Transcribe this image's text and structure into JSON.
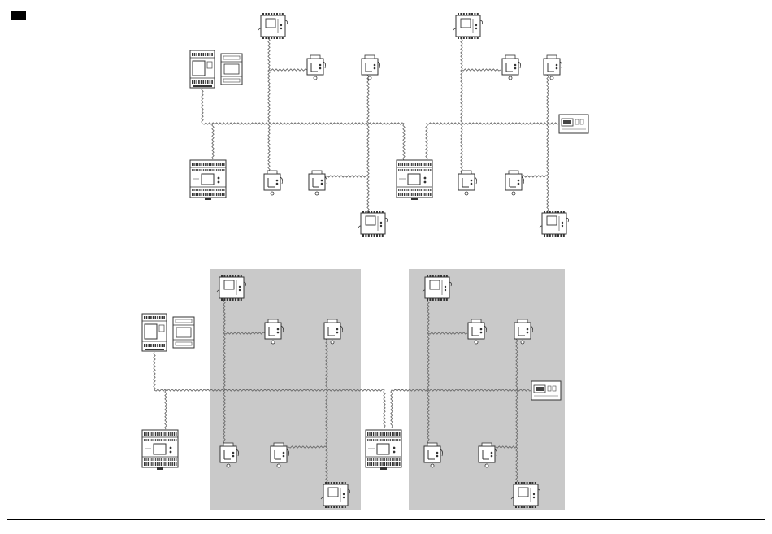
{
  "figure": {
    "type": "network-wiring-diagram",
    "frame_color": "#000000",
    "zone_fill": "#c8c8c8",
    "cable_color": "#6a6a6a",
    "device_stroke": "#333333"
  },
  "top_topology": {
    "devices": [
      "power-supply-unit",
      "router-module",
      "central-controller-left",
      "central-controller-right",
      "display-panel",
      "i-o-module",
      "valve-actuator"
    ]
  },
  "bottom_topology": {
    "zones": 2,
    "devices": [
      "power-supply-unit",
      "router-module",
      "central-controller-left",
      "central-controller-center",
      "display-panel",
      "i-o-module",
      "valve-actuator"
    ]
  }
}
